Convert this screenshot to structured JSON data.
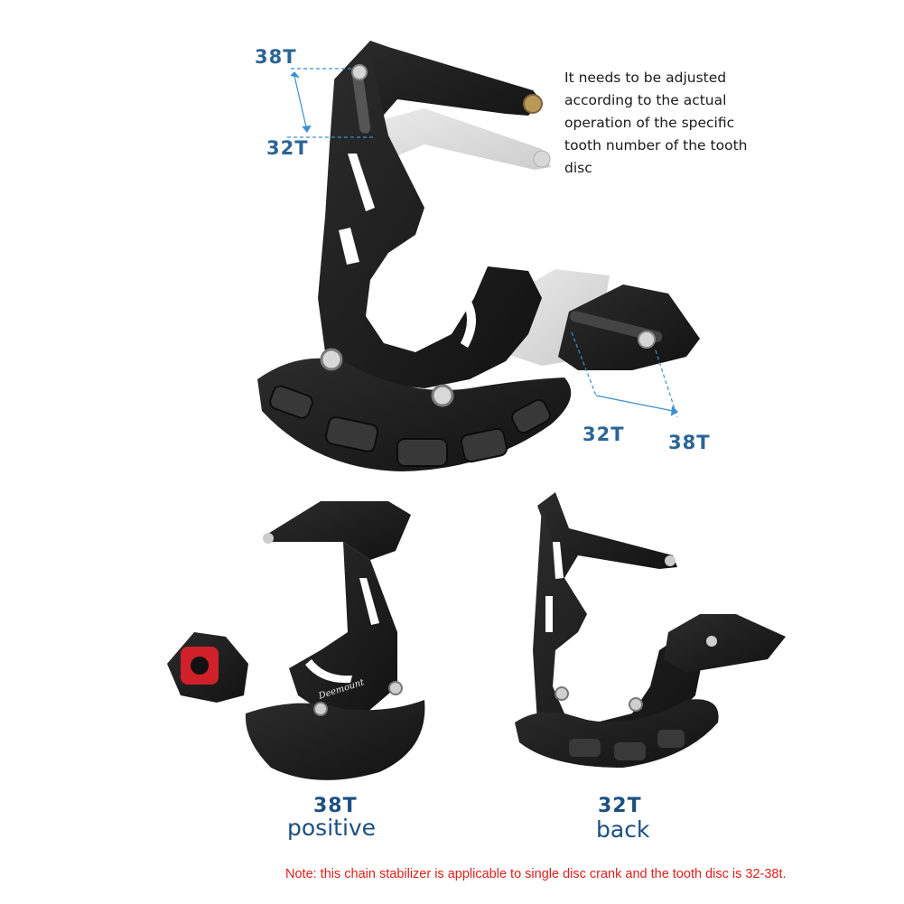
{
  "top_view": {
    "upper_labels": {
      "max": "38T",
      "min": "32T"
    },
    "lower_labels": {
      "min": "32T",
      "max": "38T"
    },
    "adjust_note": "It needs to be adjusted according to the actual operation of the specific tooth number of the tooth disc"
  },
  "front_view": {
    "tooth_label": "38T",
    "side_label": "positive",
    "brand_mark": "Deemount"
  },
  "back_view": {
    "tooth_label": "32T",
    "side_label": "back"
  },
  "footer_note": "Note: this chain stabilizer is applicable to single disc crank and the tooth disc is 32-38t.",
  "colors": {
    "label_blue": "#2a6496",
    "guide_blue": "#3a8fd0",
    "note_red": "#e0201b",
    "part_black": "#1b1b1b",
    "accent_red": "#d0202a"
  }
}
